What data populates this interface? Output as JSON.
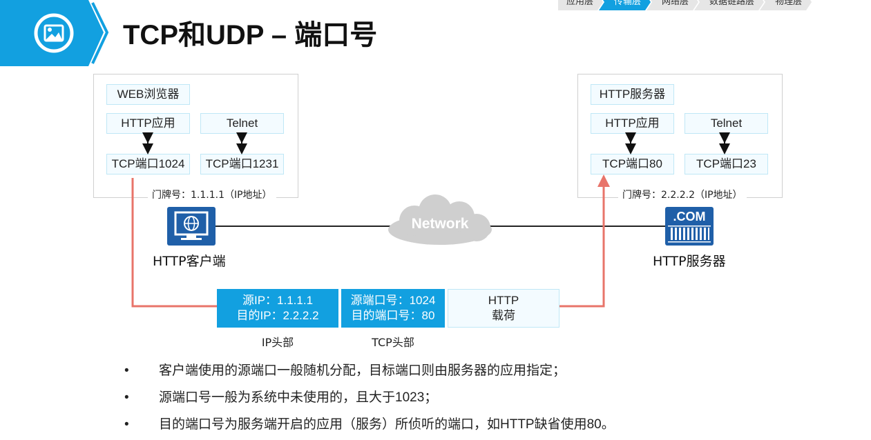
{
  "header": {
    "title": "TCP和UDP – 端口号",
    "icon": "image-icon",
    "accent_color": "#12a0e0"
  },
  "layer_nav": [
    {
      "label": "应用层",
      "active": false
    },
    {
      "label": "传输层",
      "active": true
    },
    {
      "label": "网络层",
      "active": false
    },
    {
      "label": "数据链路层",
      "active": false
    },
    {
      "label": "物理层",
      "active": false
    }
  ],
  "client": {
    "browser_label": "WEB浏览器",
    "app1": "HTTP应用",
    "app2": "Telnet",
    "port1": "TCP端口1024",
    "port2": "TCP端口1231",
    "house_number": "门牌号：1.1.1.1（IP地址）",
    "device_label": "HTTP客户端"
  },
  "server": {
    "service_label": "HTTP服务器",
    "app1": "HTTP应用",
    "app2": "Telnet",
    "port1": "TCP端口80",
    "port2": "TCP端口23",
    "house_number": "门牌号：2.2.2.2（IP地址）",
    "device_label": "HTTP服务器",
    "device_text": ".COM"
  },
  "network": {
    "label": "Network"
  },
  "packet": {
    "ip_src": "源IP：1.1.1.1",
    "ip_dst": "目的IP：2.2.2.2",
    "tcp_src": "源端口号：1024",
    "tcp_dst": "目的端口号：80",
    "payload_line1": "HTTP",
    "payload_line2": "载荷",
    "ip_caption": "IP头部",
    "tcp_caption": "TCP头部"
  },
  "bullets": [
    "客户端使用的源端口一般随机分配，目标端口则由服务器的应用指定；",
    "源端口号一般为系统中未使用的，且大于1023；",
    "目的端口号为服务端开启的应用（服务）所侦听的端口，如HTTP缺省使用80。"
  ],
  "bullet_marker": "•",
  "colors": {
    "path_red": "#e8746a",
    "device_blue": "#1f5fa8",
    "cloud_gray": "#cfcfcf"
  }
}
